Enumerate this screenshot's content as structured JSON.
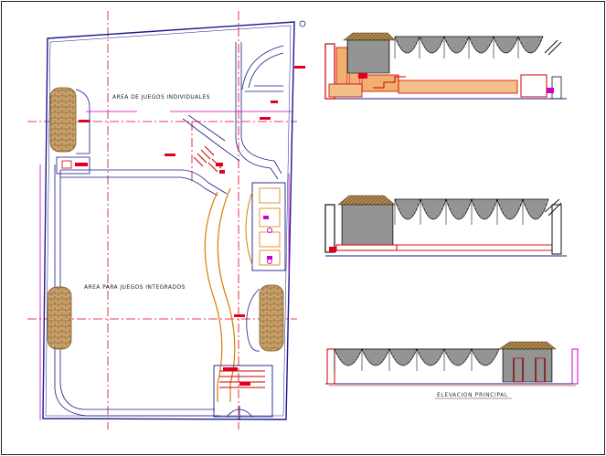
{
  "labels": {
    "area_individual": "AREA DE JUEGOS INDIVIDUALES",
    "area_integrated": "AREA PARA JUEGOS INTEGRADOS",
    "elevation_title": "ELEVACION PRINCIPAL"
  },
  "colors": {
    "background": "#ffffff",
    "outline": "#1a1a8c",
    "axis": "#e0001b",
    "path": "#e07a00",
    "wall": "#cc0000",
    "magenta": "#cc00cc",
    "stone": "#c9a06a",
    "arch": "#111111"
  }
}
